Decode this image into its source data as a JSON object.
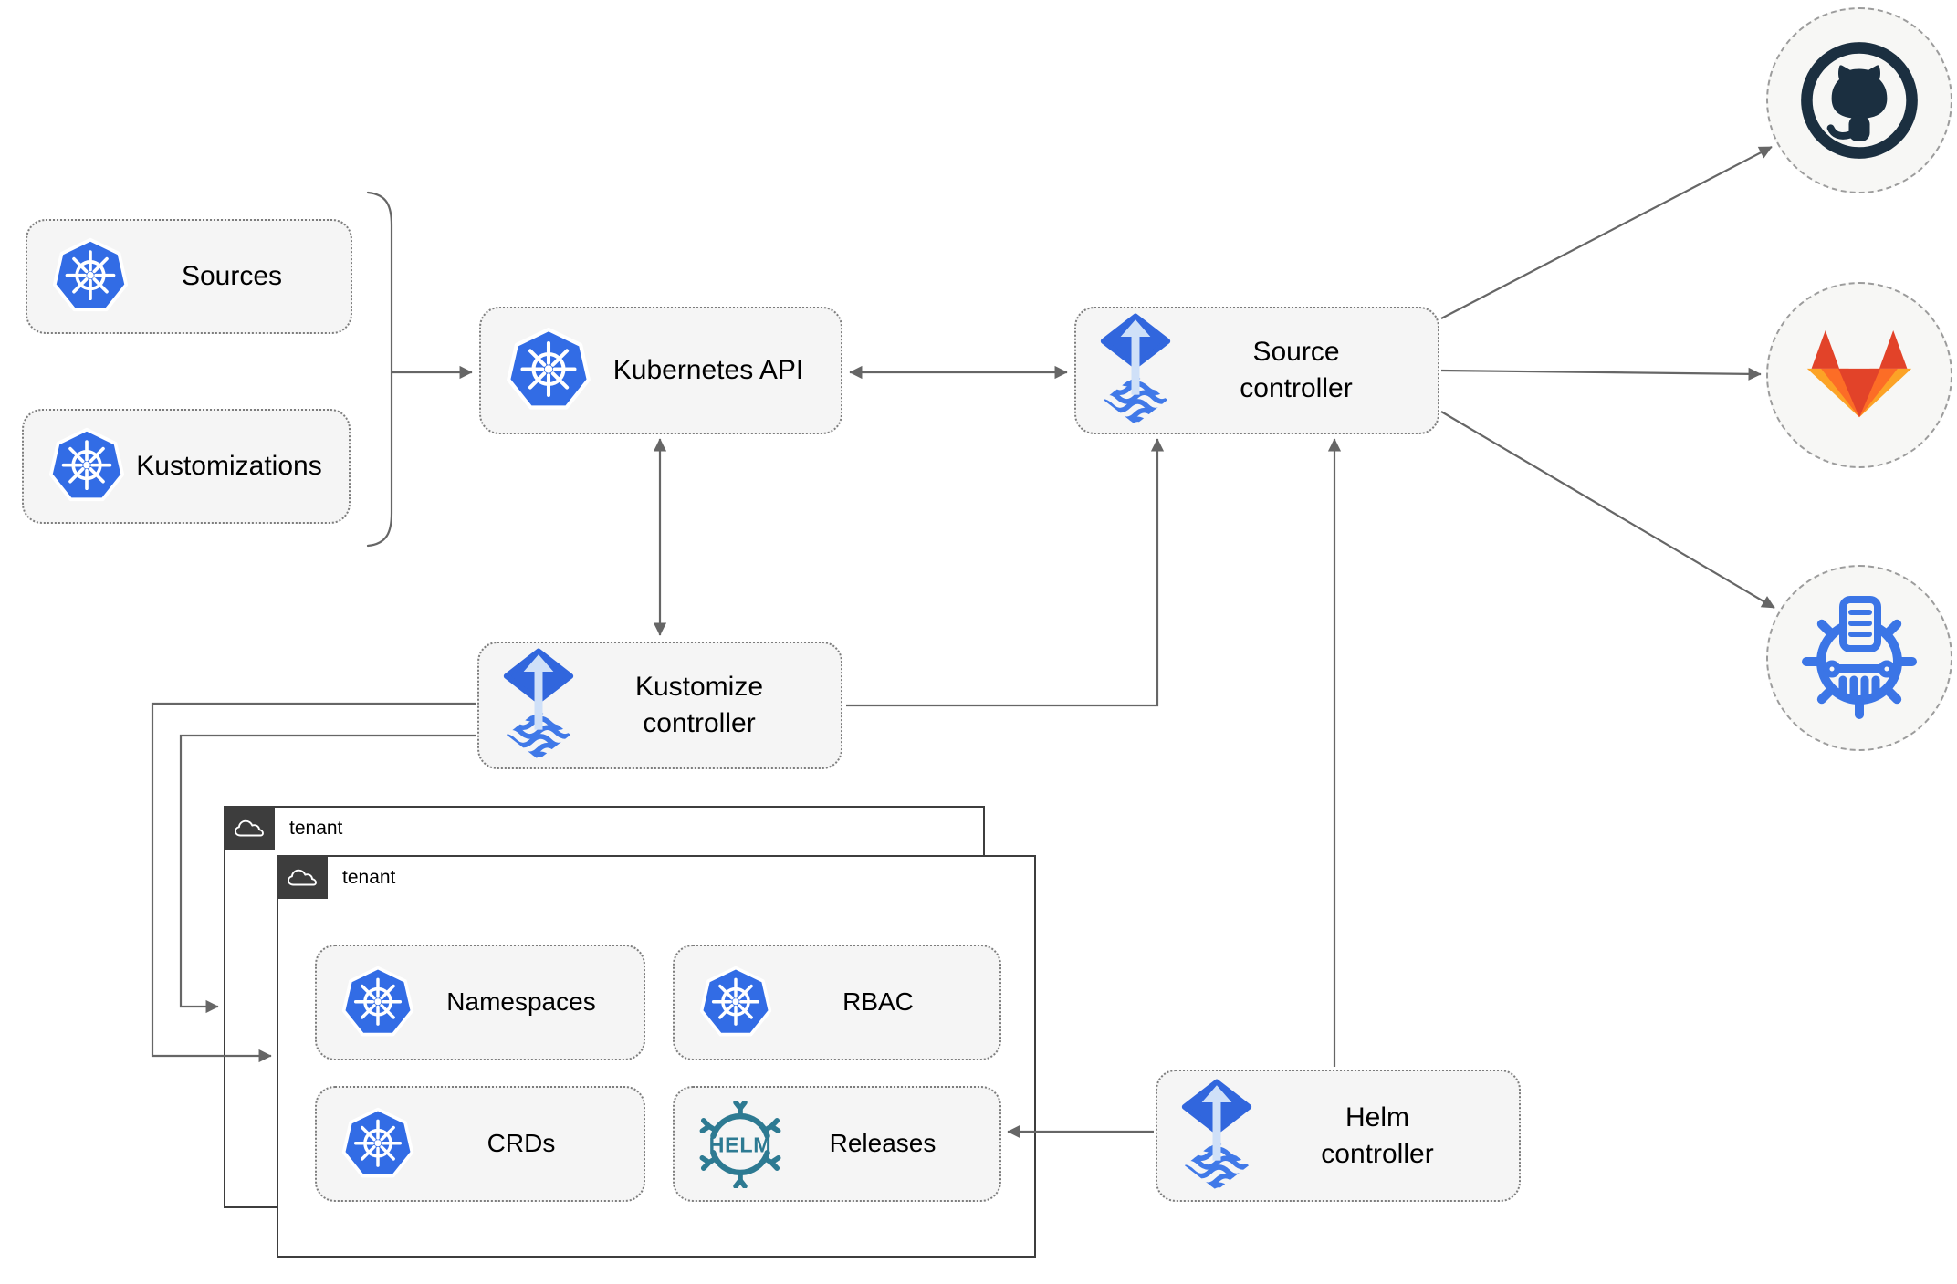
{
  "diagram_type": "flux-gitops-architecture",
  "nodes": {
    "sources": {
      "label": "Sources",
      "icon": "kubernetes-icon"
    },
    "kustomizations": {
      "label": "Kustomizations",
      "icon": "kubernetes-icon"
    },
    "kubernetes_api": {
      "label": "Kubernetes API",
      "icon": "kubernetes-icon"
    },
    "source_controller": {
      "label": "Source controller",
      "icon": "flux-icon"
    },
    "kustomize_controller": {
      "label": "Kustomize controller",
      "icon": "flux-icon"
    },
    "helm_controller": {
      "label": "Helm controller",
      "icon": "flux-icon"
    },
    "namespaces": {
      "label": "Namespaces",
      "icon": "kubernetes-icon"
    },
    "rbac": {
      "label": "RBAC",
      "icon": "kubernetes-icon"
    },
    "crds": {
      "label": "CRDs",
      "icon": "kubernetes-icon"
    },
    "releases": {
      "label": "Releases",
      "icon": "helm-icon"
    }
  },
  "tenants": {
    "back": {
      "label": "tenant",
      "icon": "cloud-icon"
    },
    "front": {
      "label": "tenant",
      "icon": "cloud-icon"
    }
  },
  "providers": {
    "github": {
      "icon": "github-icon"
    },
    "gitlab": {
      "icon": "gitlab-icon"
    },
    "chartmuseum": {
      "icon": "chartmuseum-icon"
    }
  },
  "icons": {
    "helm_text": "HELM"
  },
  "edges": [
    {
      "from": "sources-kustomizations-group",
      "to": "kubernetes-api",
      "arrow": "single"
    },
    {
      "from": "kubernetes-api",
      "to": "source-controller",
      "arrow": "double"
    },
    {
      "from": "kubernetes-api",
      "to": "kustomize-controller",
      "arrow": "double"
    },
    {
      "from": "kustomize-controller",
      "to": "source-controller",
      "arrow": "single"
    },
    {
      "from": "helm-controller",
      "to": "source-controller",
      "arrow": "single"
    },
    {
      "from": "source-controller",
      "to": "github",
      "arrow": "single"
    },
    {
      "from": "source-controller",
      "to": "gitlab",
      "arrow": "single"
    },
    {
      "from": "source-controller",
      "to": "chartmuseum",
      "arrow": "single"
    },
    {
      "from": "kustomize-controller",
      "to": "tenant-front",
      "arrow": "single"
    },
    {
      "from": "kustomize-controller",
      "to": "tenant-back",
      "arrow": "single"
    },
    {
      "from": "helm-controller",
      "to": "releases",
      "arrow": "single"
    }
  ],
  "colors": {
    "node_fill": "#f5f5f5",
    "node_border": "#7d7d7d",
    "tenant_border": "#3d3d3d",
    "arrow_gray": "#666666",
    "kubernetes_blue": "#326ce5",
    "flux_blue": "#3166dd",
    "flux_arrow_light": "#cfe0f8",
    "helm_teal": "#2d7a92",
    "chartmuseum_blue": "#3b75e6",
    "github_dark": "#1b2f40",
    "gitlab_red": "#e24329",
    "gitlab_orange": "#fc6d26",
    "gitlab_light": "#fca326"
  }
}
